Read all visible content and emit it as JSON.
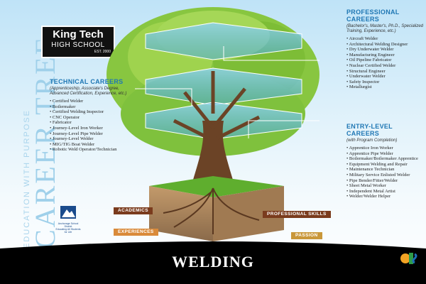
{
  "side_title": {
    "small": "EDUCATION WITH PURPOSE",
    "big": "CAREER TREE"
  },
  "logo": {
    "line1": "King Tech",
    "line2": "HIGH SCHOOL",
    "line3": "EST. 2000"
  },
  "technical": {
    "title": "TECHNICAL CAREERS",
    "subtitle": "(Apprenticeship, Associate's Degree, Advanced Certification, Experience, etc.)",
    "items": [
      "Certified Welder",
      "Boilermaker",
      "Certified Welding Inspector",
      "CNC Operator",
      "Fabricator",
      "Journey-Level Iron Worker",
      "Journey-Level Pipe Welder",
      "Journey-Level Welder",
      "MIG/TIG Boat Welder",
      "Robotic Weld Operator/Technician"
    ]
  },
  "professional": {
    "title": "PROFESSIONAL CAREERS",
    "subtitle": "(Bachelor's, Master's, Ph.D., Specialized Training, Experience, etc.)",
    "items": [
      "Aircraft Welder",
      "Architectural Welding Designer",
      "Dry Underwater Welder",
      "Manufacturing Engineer",
      "Oil Pipeline Fabricator",
      "Nuclear Certified Welder",
      "Structural Engineer",
      "Underwater Welder",
      "Safety Inspector",
      "Metallurgist"
    ]
  },
  "entry": {
    "title": "ENTRY-LEVEL CAREERS",
    "subtitle": "(with Program Completion)",
    "items": [
      "Apprentice Iron Worker",
      "Apprentice Pipe Welder",
      "Boilermaker/Boilermaker Apprentice",
      "Equipment Welding and Repair",
      "Maintenance Technician",
      "Military Service Enlisted Welder",
      "Pipe Bender/Fitter/Welder",
      "Sheet Metal Worker",
      "Independent Metal Artist",
      "Welder/Welder Helper"
    ]
  },
  "roots": {
    "academics": "ACADEMICS",
    "experiences": "EXPERIENCES",
    "professional_skills": "PROFESSIONAL SKILLS",
    "passion": "PASSION"
  },
  "colors": {
    "academics": "#7a3b1d",
    "experiences": "#d98a3a",
    "professional_skills": "#7a3b1d",
    "passion": "#c9973a"
  },
  "school": {
    "name": "Anchorage School District",
    "tagline": "Educating All Students for Life"
  },
  "footer": {
    "title": "WELDING"
  }
}
